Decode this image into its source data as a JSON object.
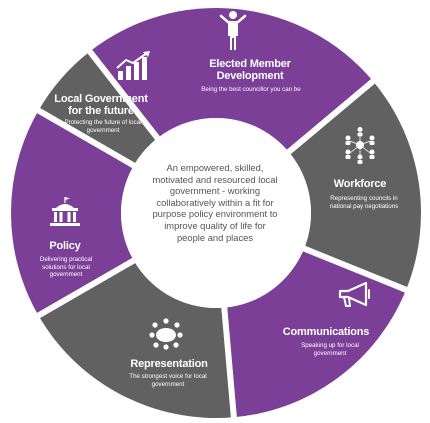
{
  "colors": {
    "purple": "#7b3f97",
    "gray": "#616161",
    "white": "#ffffff",
    "center_text": "#555555"
  },
  "center": {
    "text": "An empowered, skilled, motivated and resourced local government - working collaboratively within a fit for purpose policy environment to improve quality of life for people and places"
  },
  "segments": [
    {
      "id": "elected-member-development",
      "title": "Elected Member Development",
      "subtitle": "Being the best councillor you can be",
      "color": "purple",
      "icon": "person-icon"
    },
    {
      "id": "workforce",
      "title": "Workforce",
      "subtitle": "Representing councils in national pay negotiations",
      "color": "gray",
      "icon": "people-network-icon"
    },
    {
      "id": "communications",
      "title": "Communications",
      "subtitle": "Speaking up for local government",
      "color": "purple",
      "icon": "megaphone-icon"
    },
    {
      "id": "representation",
      "title": "Representation",
      "subtitle": "The strongest voice for local government",
      "color": "gray",
      "icon": "meeting-table-icon"
    },
    {
      "id": "policy",
      "title": "Policy",
      "subtitle": "Delivering practical solutions for local government",
      "color": "purple",
      "icon": "government-building-icon"
    },
    {
      "id": "local-government-future",
      "title": "Local Government for the future",
      "subtitle": "Protecting the future of local government",
      "color": "gray",
      "icon": "growth-chart-icon"
    }
  ]
}
